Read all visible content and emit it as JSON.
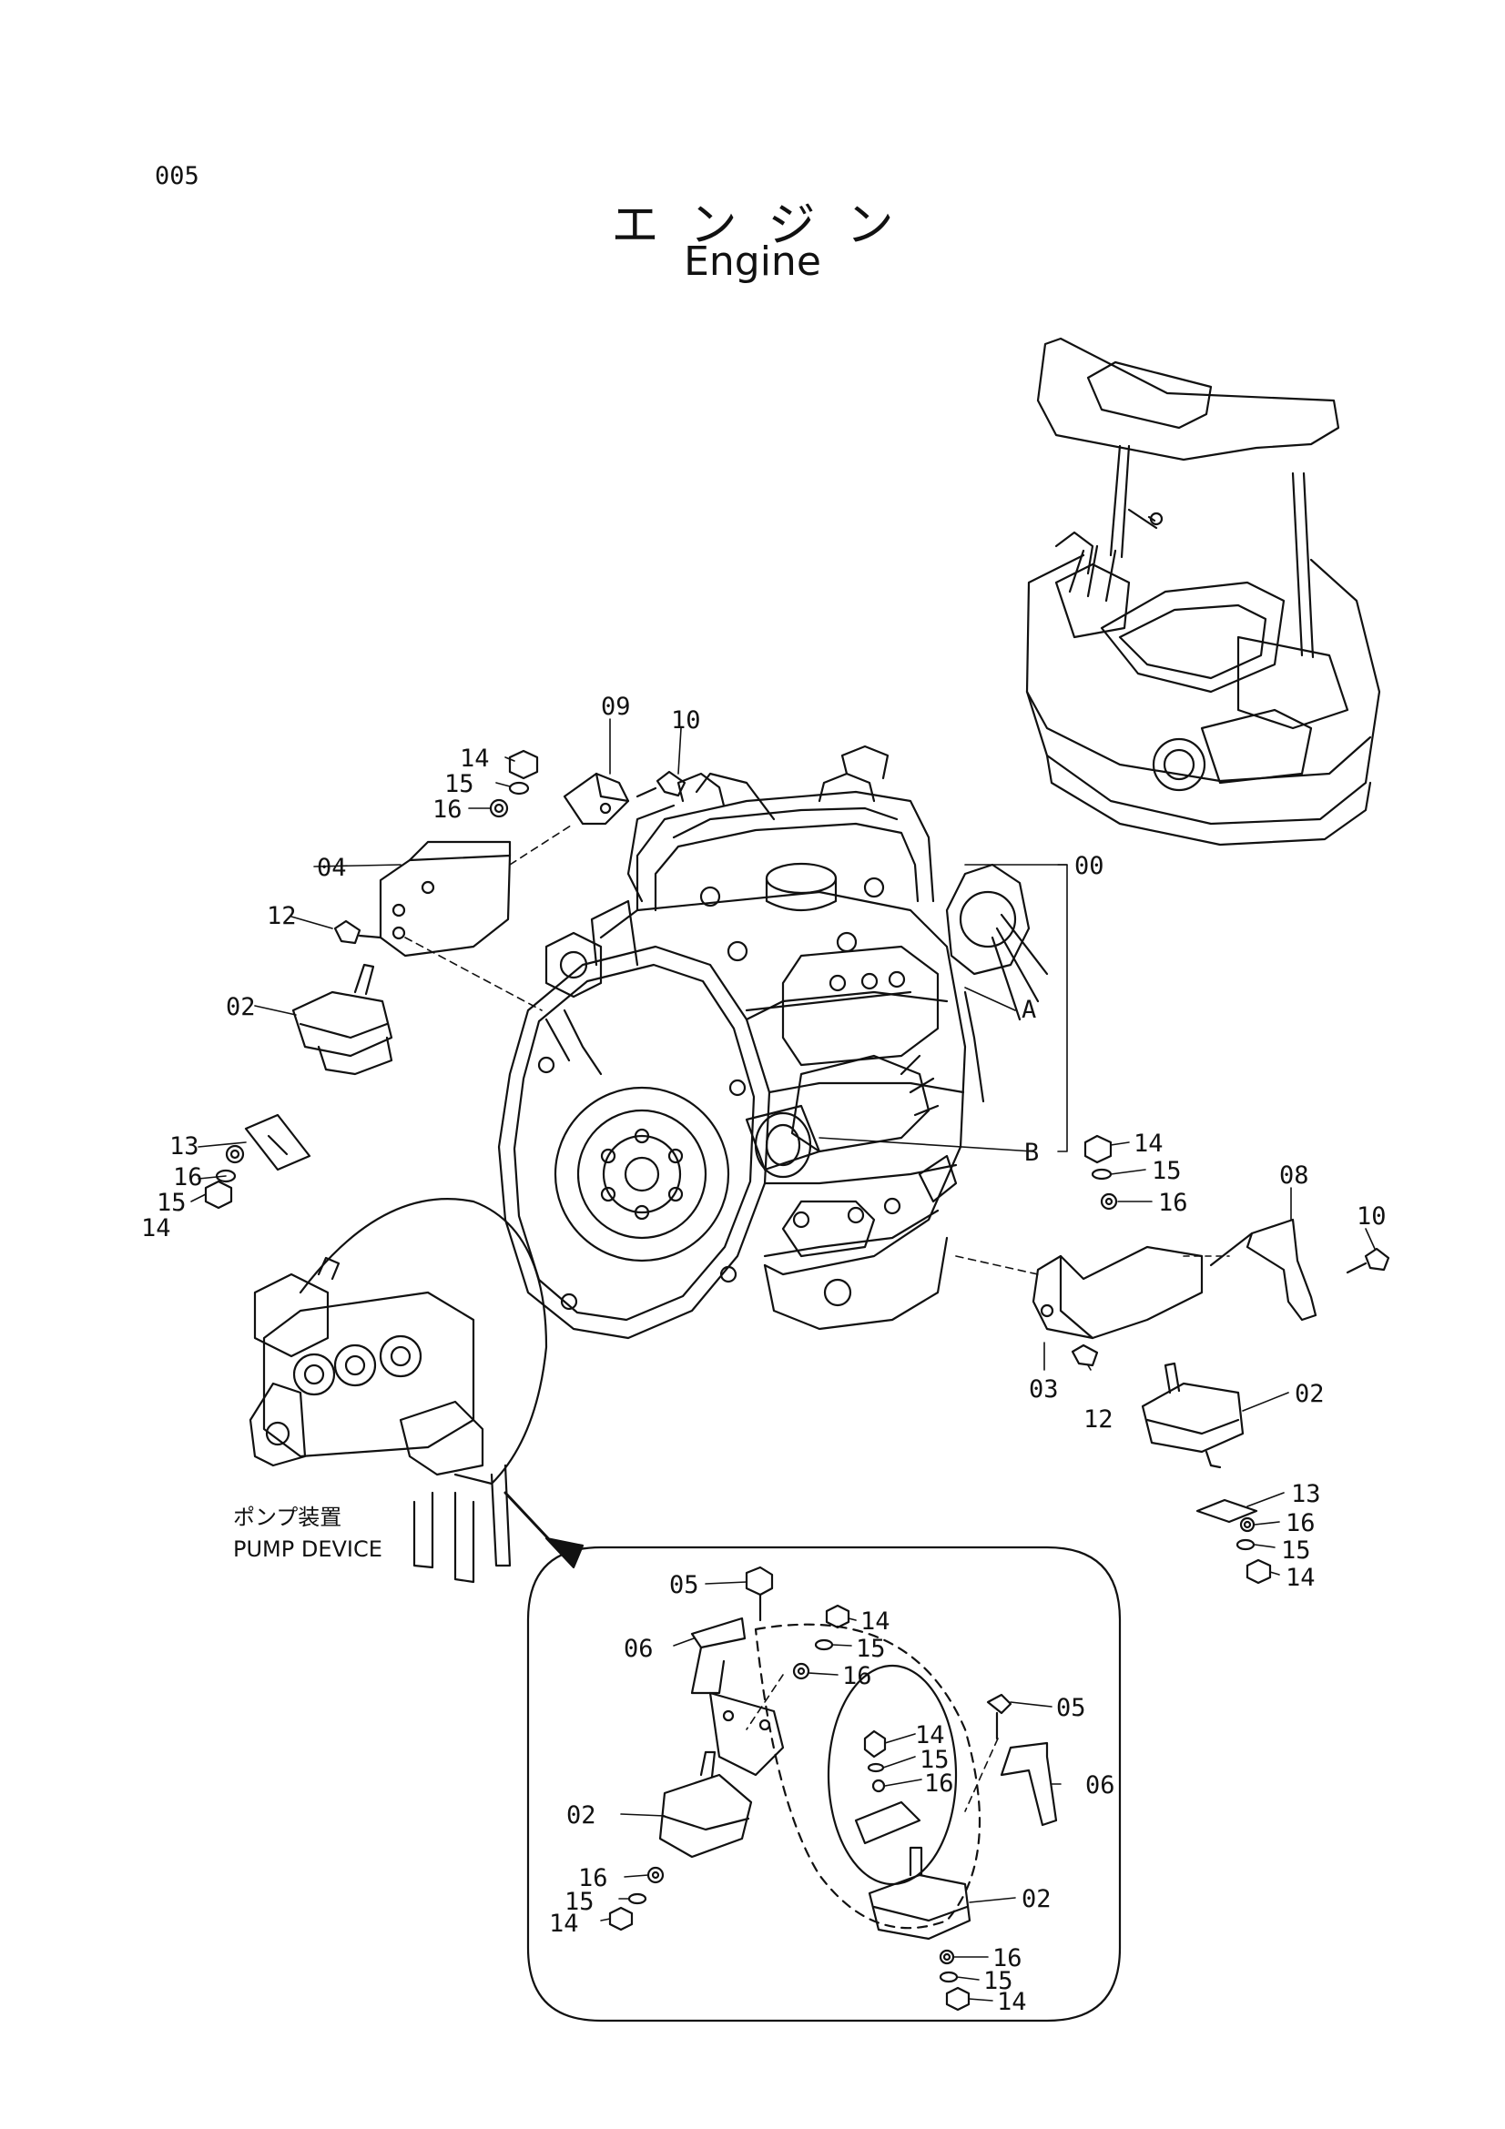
{
  "page": {
    "number": "005",
    "title_jp": "エンジン",
    "title_en": "Engine"
  },
  "callouts": {
    "c00": "00",
    "cA": "A",
    "cB": "B",
    "c09": "09",
    "c10a": "10",
    "c14a": "14",
    "c15a": "15",
    "c16a": "16",
    "c04": "04",
    "c12a": "12",
    "c02a": "02",
    "c13a": "13",
    "c16b": "16",
    "c15b": "15",
    "c14b": "14",
    "c14c": "14",
    "c15c": "15",
    "c16c": "16",
    "c08": "08",
    "c10b": "10",
    "c03": "03",
    "c12b": "12",
    "c02b": "02",
    "c13b": "13",
    "c16d": "16",
    "c15d": "15",
    "c14d": "14",
    "pump_jp": "ポンプ装置",
    "pump_en": "PUMP DEVICE",
    "d05a": "05",
    "d14a": "14",
    "d06a": "06",
    "d15a": "15",
    "d16a": "16",
    "d05b": "05",
    "d14b": "14",
    "d15b": "15",
    "d16b": "16",
    "d06b": "06",
    "d02a": "02",
    "d16c": "16",
    "d15c": "15",
    "d14c": "14",
    "d02b": "02",
    "d16d": "16",
    "d15d": "15",
    "d14d": "14"
  }
}
